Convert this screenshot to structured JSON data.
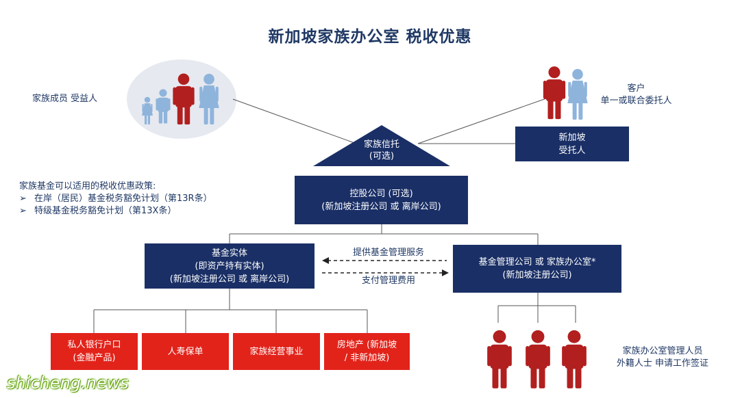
{
  "title": "新加坡家族办公室  税收优惠",
  "family": {
    "label": "家族成员  受益人"
  },
  "client": {
    "line1": "客户",
    "line2": "单一或联合委托人"
  },
  "trust": {
    "line1": "家族信托",
    "line2": "(可选)"
  },
  "trustee": {
    "line1": "新加坡",
    "line2": "受托人"
  },
  "tax_policy": {
    "heading": "家族基金可以适用的税收优惠政策:",
    "items": [
      "在岸（居民）基金税务豁免计划（第13R条）",
      "特级基金税务豁免计划（第13X条）"
    ],
    "bullet": "➢"
  },
  "holding": {
    "line1": "控股公司  (可选)",
    "line2": "(新加坡注册公司 或 离岸公司)"
  },
  "fund_entity": {
    "line1": "基金实体",
    "line2": "(即资产持有实体)",
    "line3": "(新加坡注册公司 或 离岸公司)"
  },
  "flows": {
    "service": "提供基金管理服务",
    "fee": "支付管理费用"
  },
  "fund_mgr": {
    "line1": "基金管理公司 或 家族办公室*",
    "line2": "(新加坡注册公司)"
  },
  "assets": [
    {
      "line1": "私人银行户口",
      "line2": "(金融产品)"
    },
    {
      "line1": "人寿保单",
      "line2": ""
    },
    {
      "line1": "家族经营事业",
      "line2": ""
    },
    {
      "line1": "房地产 (新加坡",
      "line2": "/ 非新加坡)"
    }
  ],
  "staff": {
    "line1": "家族办公室管理人员",
    "line2": "外籍人士  申请工作签证"
  },
  "watermark": "shicheng.news",
  "colors": {
    "navy": "#1a2f66",
    "red": "#e2231a",
    "dark_red": "#b21f1f",
    "light_blue": "#8fb4dc",
    "text": "#1f3864"
  }
}
